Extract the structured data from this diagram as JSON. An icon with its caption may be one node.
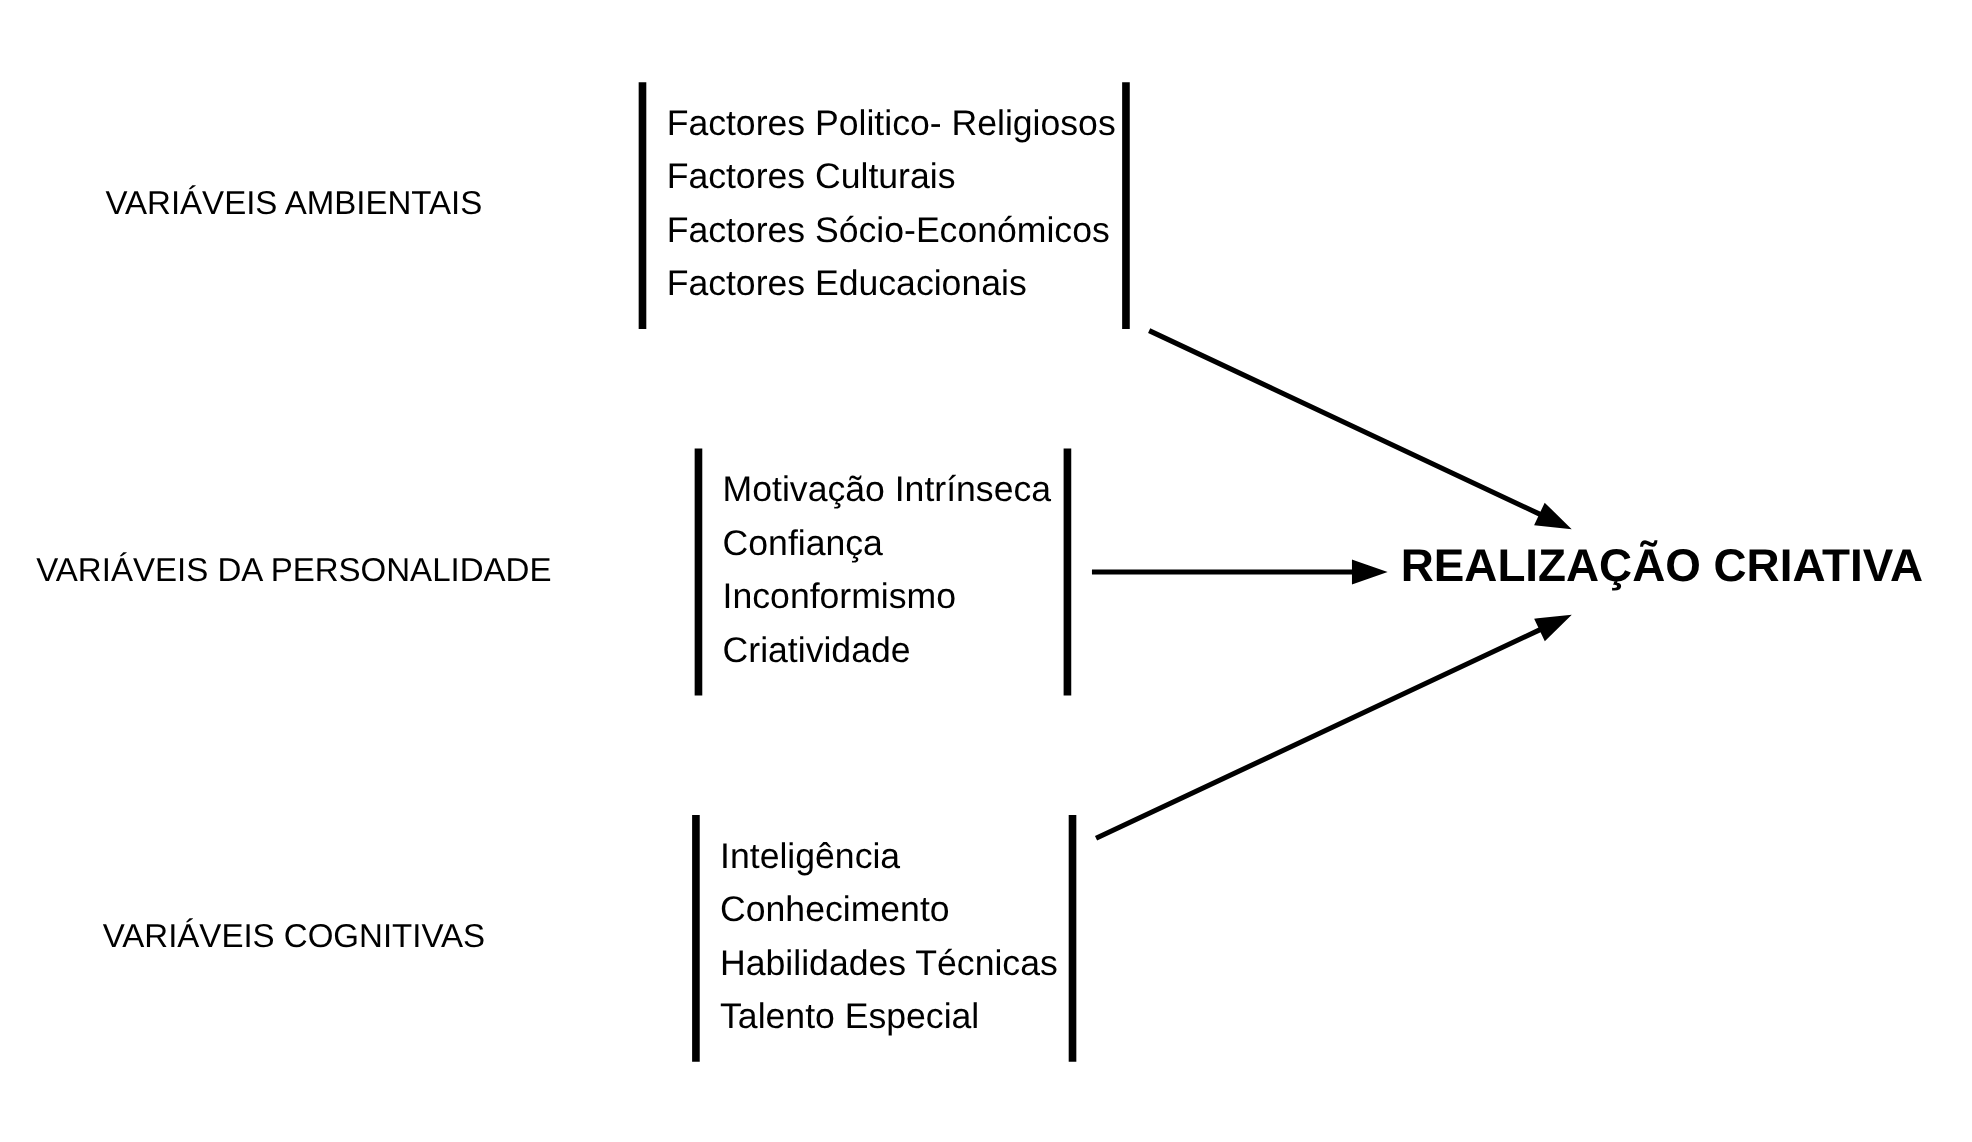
{
  "diagram": {
    "nodes": [
      {
        "text": [
          "Inteligência",
          "Conhecimento",
          "Habilidades Técnicas",
          "Talento Especial"
        ]
      },
      {
        "text": [
          "Factores Politico- Religiosos",
          "Factores Culturais",
          "Factores Sócio-Económicos",
          "Factores Educacionais"
        ]
      },
      {
        "text": [
          "Motivação Intrínseca",
          "Confiança",
          "Inconformismo",
          "Criatividade"
        ]
      },
      {
        "text": [
          "REALIZAÇÃO CRIATIVA"
        ]
      }
    ],
    "edges": [
      {
        "from": 0,
        "to": 3,
        "arrow": "to"
      },
      {
        "from": 1,
        "to": 3,
        "arrow": "to"
      },
      {
        "from": 2,
        "to": 3,
        "arrow": "to"
      }
    ],
    "labels": [
      "VARIÁVEIS COGNITIVAS",
      "VARIÁVEIS AMBIENTAIS",
      "VARIÁVEIS DA PERSONALIDADE"
    ]
  }
}
